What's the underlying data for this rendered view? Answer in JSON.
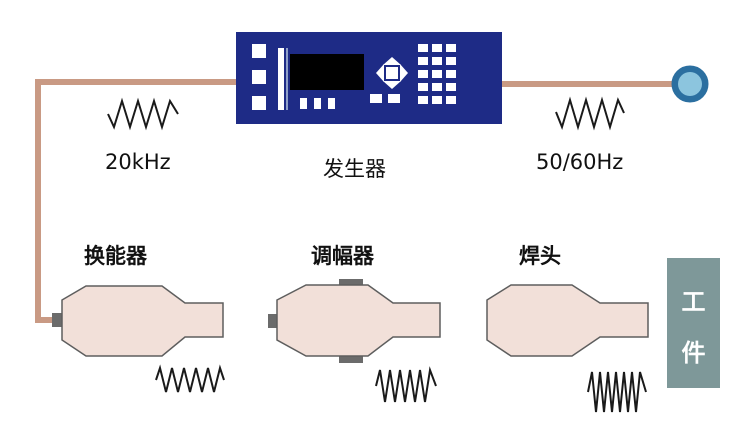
{
  "colors": {
    "cable": "#C99A84",
    "generator_body": "#1E2B86",
    "generator_screen": "#000000",
    "component_fill": "#F2E0D9",
    "component_stroke": "#5E5E5E",
    "connector": "#6B6B6B",
    "port_ring": "#2B6FA0",
    "port_fill": "#8CC5DE",
    "workpiece": "#7E9899",
    "wave": "#1A1A1A"
  },
  "labels": {
    "input_frequency": "20kHz",
    "generator": "发生器",
    "mains_frequency": "50/60Hz",
    "transducer": "换能器",
    "booster": "调幅器",
    "horn": "焊头",
    "workpiece_line1": "工",
    "workpiece_line2": "件"
  },
  "icons": {
    "generator": "generator-device-icon",
    "power_port": "power-port-icon",
    "wave": "zigzag-wave-icon"
  }
}
